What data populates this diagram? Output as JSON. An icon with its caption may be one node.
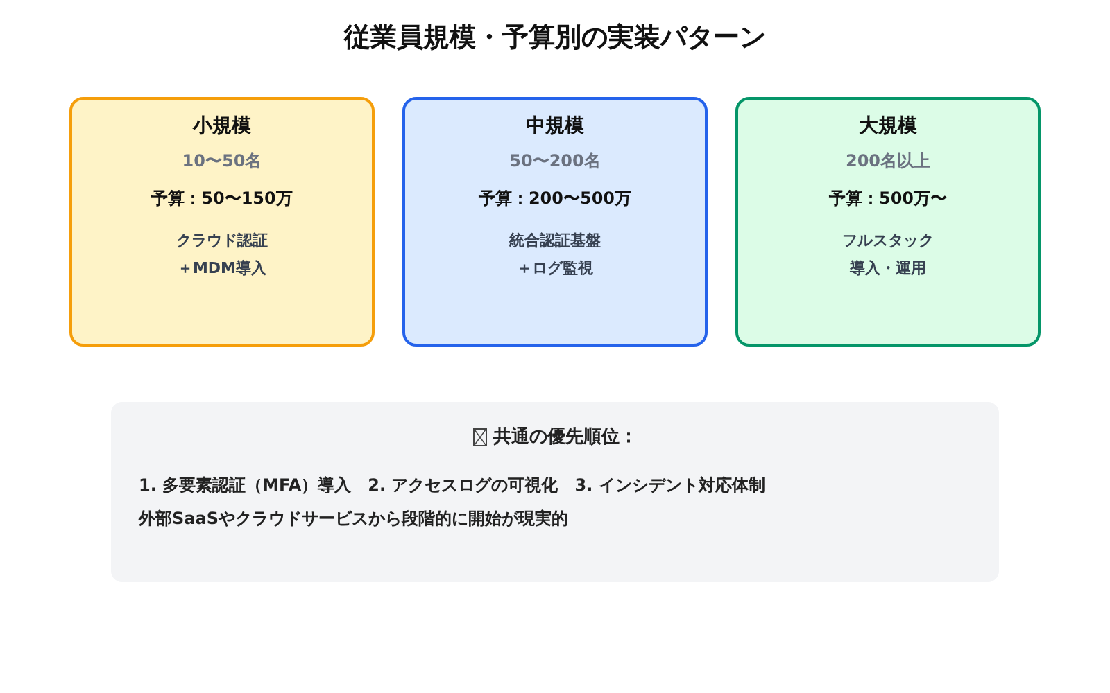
{
  "diagram": {
    "title": "従業員規模・予算別の実装パターン",
    "nodes": [
      {
        "text": [
          "小規模",
          "10〜50名",
          "予算：50〜150万",
          "クラウド認証＋MDM導入"
        ]
      },
      {
        "text": [
          "中規模",
          "50〜200名",
          "予算：200〜500万",
          "統合認証基盤＋ログ監視"
        ]
      },
      {
        "text": [
          "大規模",
          "200名以上",
          "予算：500万〜",
          "フルスタック導入・運用"
        ]
      },
      {
        "text": [
          "共通の優先順位：",
          "1. 多要素認証（MFA）導入　2. アクセスログの可視化　3. インシデント対応体制",
          "外部SaaSやクラウドサービスから段階的に開始が現実的"
        ]
      }
    ]
  }
}
